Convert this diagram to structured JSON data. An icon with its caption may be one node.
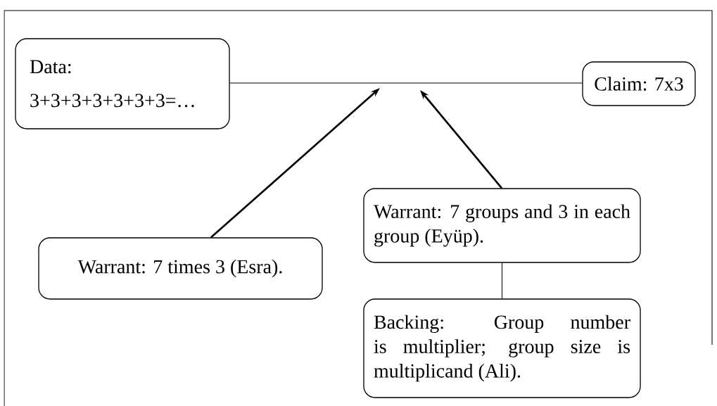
{
  "diagram": {
    "nodes": [
      {
        "text": [
          "Data:",
          "3+3+3+3+3+3+3=…"
        ]
      },
      {
        "text": [
          "Claim: 7x3"
        ]
      },
      {
        "text": [
          "Warrant: 7 times 3 (Esra)."
        ]
      },
      {
        "text": [
          "Warrant: 7 groups and 3 in each group (Eyüp)."
        ]
      },
      {
        "text": [
          "Backing: Group number is multiplier; group size is multiplicand (Ali)."
        ]
      }
    ],
    "edges": [
      {
        "from": 0,
        "to": 1,
        "arrow": "none"
      },
      {
        "from": 2,
        "to": null,
        "arrow": "to",
        "style": "thick"
      },
      {
        "from": 3,
        "to": null,
        "arrow": "to",
        "style": "thick"
      },
      {
        "from": 3,
        "to": 4,
        "arrow": "none"
      }
    ]
  }
}
